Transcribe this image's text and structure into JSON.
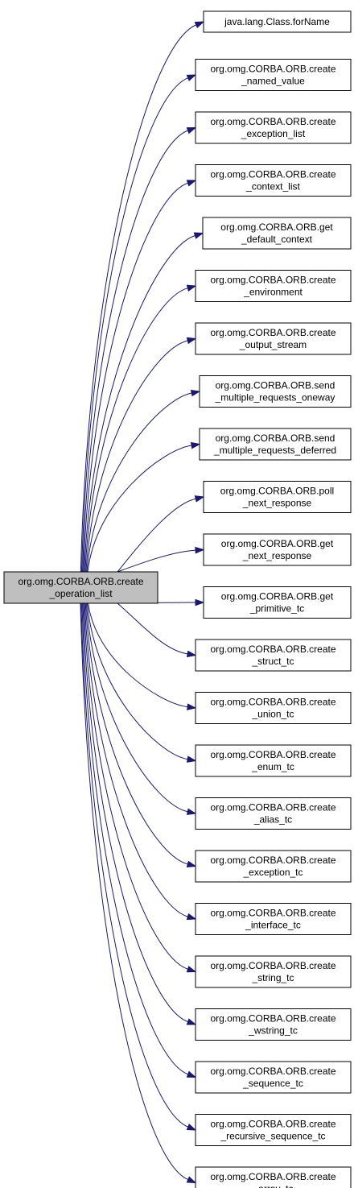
{
  "graph": {
    "type": "call-graph",
    "colors": {
      "edge": "#191970",
      "root_fill": "#bfbfbf",
      "node_fill": "#ffffff",
      "node_border": "#000000"
    },
    "root": {
      "id": "root",
      "lines": [
        "org.omg.CORBA.ORB.create",
        "_operation_list"
      ]
    },
    "callees": [
      {
        "id": "n0",
        "lines": [
          "java.lang.Class.forName"
        ]
      },
      {
        "id": "n1",
        "lines": [
          "org.omg.CORBA.ORB.create",
          "_named_value"
        ]
      },
      {
        "id": "n2",
        "lines": [
          "org.omg.CORBA.ORB.create",
          "_exception_list"
        ]
      },
      {
        "id": "n3",
        "lines": [
          "org.omg.CORBA.ORB.create",
          "_context_list"
        ]
      },
      {
        "id": "n4",
        "lines": [
          "org.omg.CORBA.ORB.get",
          "_default_context"
        ]
      },
      {
        "id": "n5",
        "lines": [
          "org.omg.CORBA.ORB.create",
          "_environment"
        ]
      },
      {
        "id": "n6",
        "lines": [
          "org.omg.CORBA.ORB.create",
          "_output_stream"
        ]
      },
      {
        "id": "n7",
        "lines": [
          "org.omg.CORBA.ORB.send",
          "_multiple_requests_oneway"
        ]
      },
      {
        "id": "n8",
        "lines": [
          "org.omg.CORBA.ORB.send",
          "_multiple_requests_deferred"
        ]
      },
      {
        "id": "n9",
        "lines": [
          "org.omg.CORBA.ORB.poll",
          "_next_response"
        ]
      },
      {
        "id": "n10",
        "lines": [
          "org.omg.CORBA.ORB.get",
          "_next_response"
        ]
      },
      {
        "id": "n11",
        "lines": [
          "org.omg.CORBA.ORB.get",
          "_primitive_tc"
        ]
      },
      {
        "id": "n12",
        "lines": [
          "org.omg.CORBA.ORB.create",
          "_struct_tc"
        ]
      },
      {
        "id": "n13",
        "lines": [
          "org.omg.CORBA.ORB.create",
          "_union_tc"
        ]
      },
      {
        "id": "n14",
        "lines": [
          "org.omg.CORBA.ORB.create",
          "_enum_tc"
        ]
      },
      {
        "id": "n15",
        "lines": [
          "org.omg.CORBA.ORB.create",
          "_alias_tc"
        ]
      },
      {
        "id": "n16",
        "lines": [
          "org.omg.CORBA.ORB.create",
          "_exception_tc"
        ]
      },
      {
        "id": "n17",
        "lines": [
          "org.omg.CORBA.ORB.create",
          "_interface_tc"
        ]
      },
      {
        "id": "n18",
        "lines": [
          "org.omg.CORBA.ORB.create",
          "_string_tc"
        ]
      },
      {
        "id": "n19",
        "lines": [
          "org.omg.CORBA.ORB.create",
          "_wstring_tc"
        ]
      },
      {
        "id": "n20",
        "lines": [
          "org.omg.CORBA.ORB.create",
          "_sequence_tc"
        ]
      },
      {
        "id": "n21",
        "lines": [
          "org.omg.CORBA.ORB.create",
          "_recursive_sequence_tc"
        ]
      },
      {
        "id": "n22",
        "lines": [
          "org.omg.CORBA.ORB.create",
          "_array_tc"
        ]
      }
    ]
  }
}
